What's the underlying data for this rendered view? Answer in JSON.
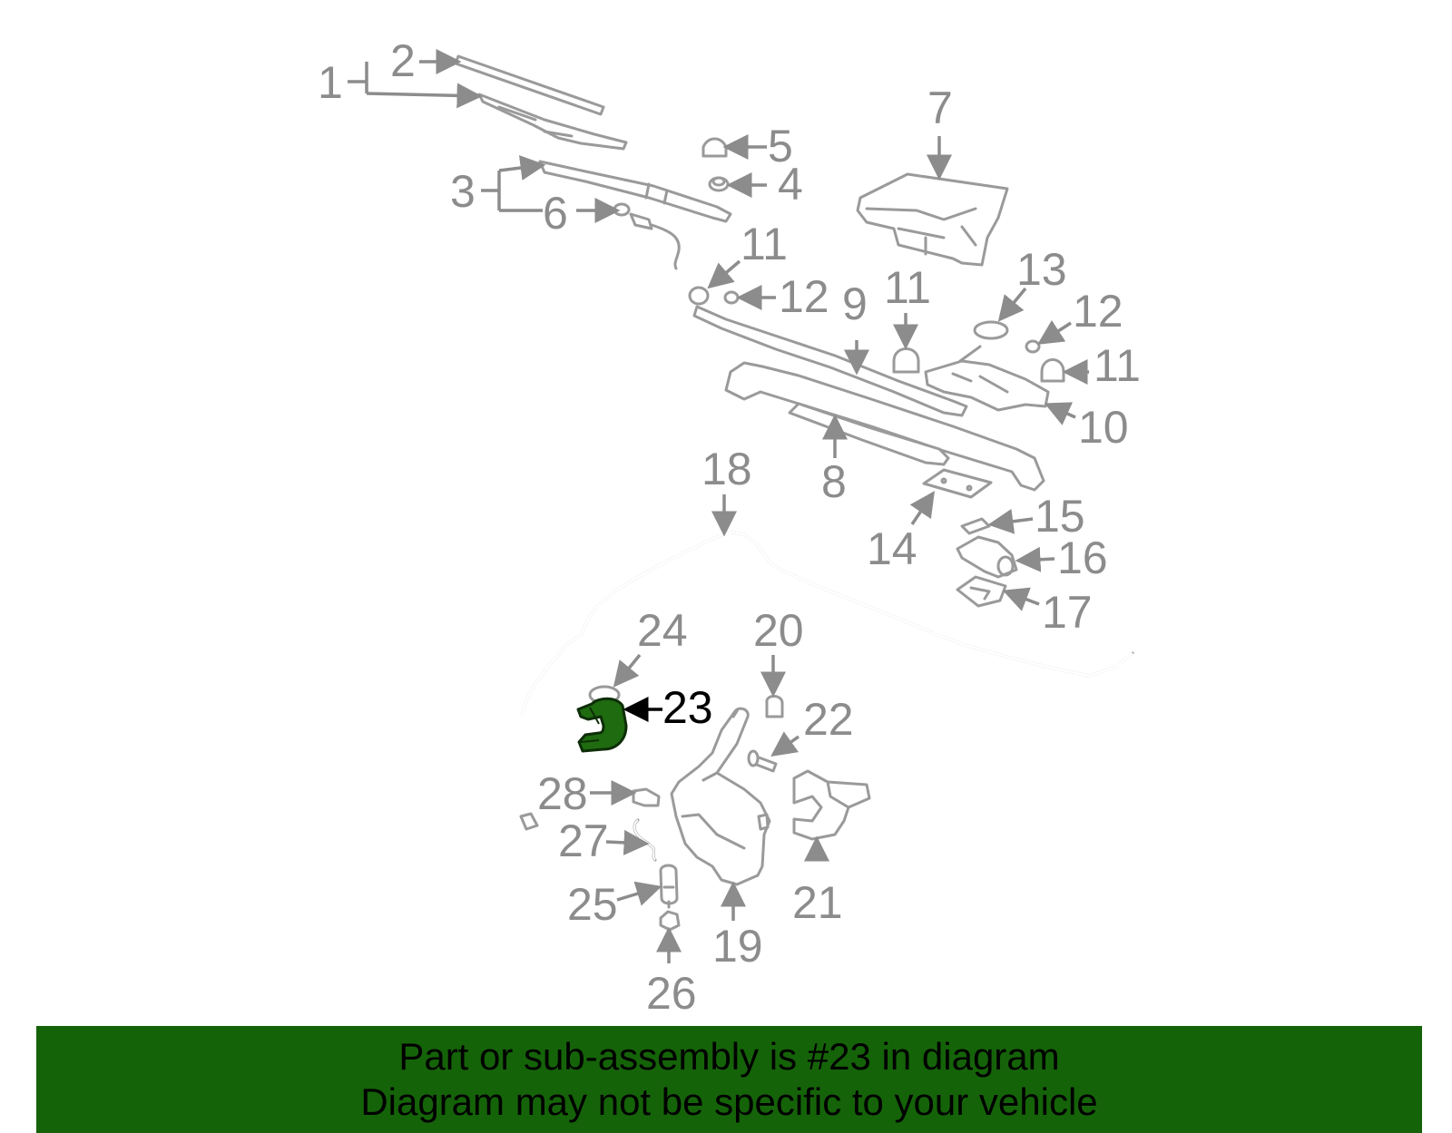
{
  "colors": {
    "banner_bg": "#156309",
    "highlight_part": "#1e6b10",
    "part_stroke": "#9a9a9a",
    "label_gray": "#8c8c8c",
    "label_highlight": "#000000"
  },
  "banner": {
    "line1": "Part or sub-assembly is #23 in diagram",
    "line2": "Diagram may not be specific to your vehicle"
  },
  "callouts": {
    "c1": "1",
    "c2": "2",
    "c3": "3",
    "c4": "4",
    "c5": "5",
    "c6": "6",
    "c7": "7",
    "c8": "8",
    "c9": "9",
    "c10": "10",
    "c11a": "11",
    "c11b": "11",
    "c11c": "11",
    "c12a": "12",
    "c12b": "12",
    "c13": "13",
    "c14": "14",
    "c15": "15",
    "c16": "16",
    "c17": "17",
    "c18": "18",
    "c19": "19",
    "c20": "20",
    "c21": "21",
    "c22": "22",
    "c23": "23",
    "c24": "24",
    "c25": "25",
    "c26": "26",
    "c27": "27",
    "c28": "28"
  },
  "highlighted_part": "23"
}
